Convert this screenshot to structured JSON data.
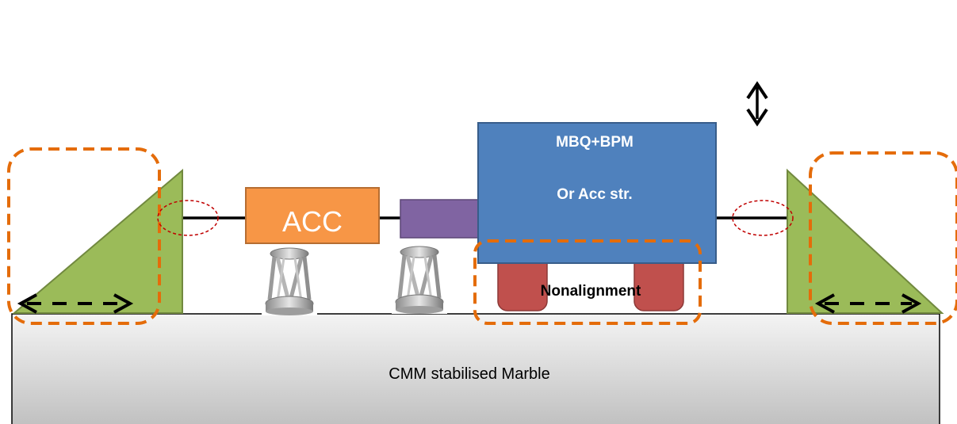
{
  "labels": {
    "acc": "ACC",
    "mbq_line1": "MBQ+BPM",
    "mbq_line2": "Or Acc str.",
    "nonalignment": "Nonalignment",
    "marble": "CMM stabilised Marble"
  },
  "colors": {
    "marble_top": "#f2f2f2",
    "marble_bottom": "#bfbfbf",
    "wedge_fill": "#9bbb59",
    "wedge_stroke": "#71893f",
    "acc_fill": "#f79646",
    "acc_stroke": "#b66d31",
    "purple_fill": "#8064a2",
    "mbq_fill": "#4f81bd",
    "mbq_stroke": "#385d8a",
    "foot_fill": "#c0504d",
    "foot_stroke": "#8c3836",
    "dashed_orange": "#e46c0a",
    "ellipse_red": "#c00000"
  },
  "icons": {
    "hexapod": "hexapod-icon",
    "vertical_arrow": "double-headed-vertical-arrow-icon",
    "horizontal_arrow": "dashed-double-headed-arrow-icon"
  }
}
